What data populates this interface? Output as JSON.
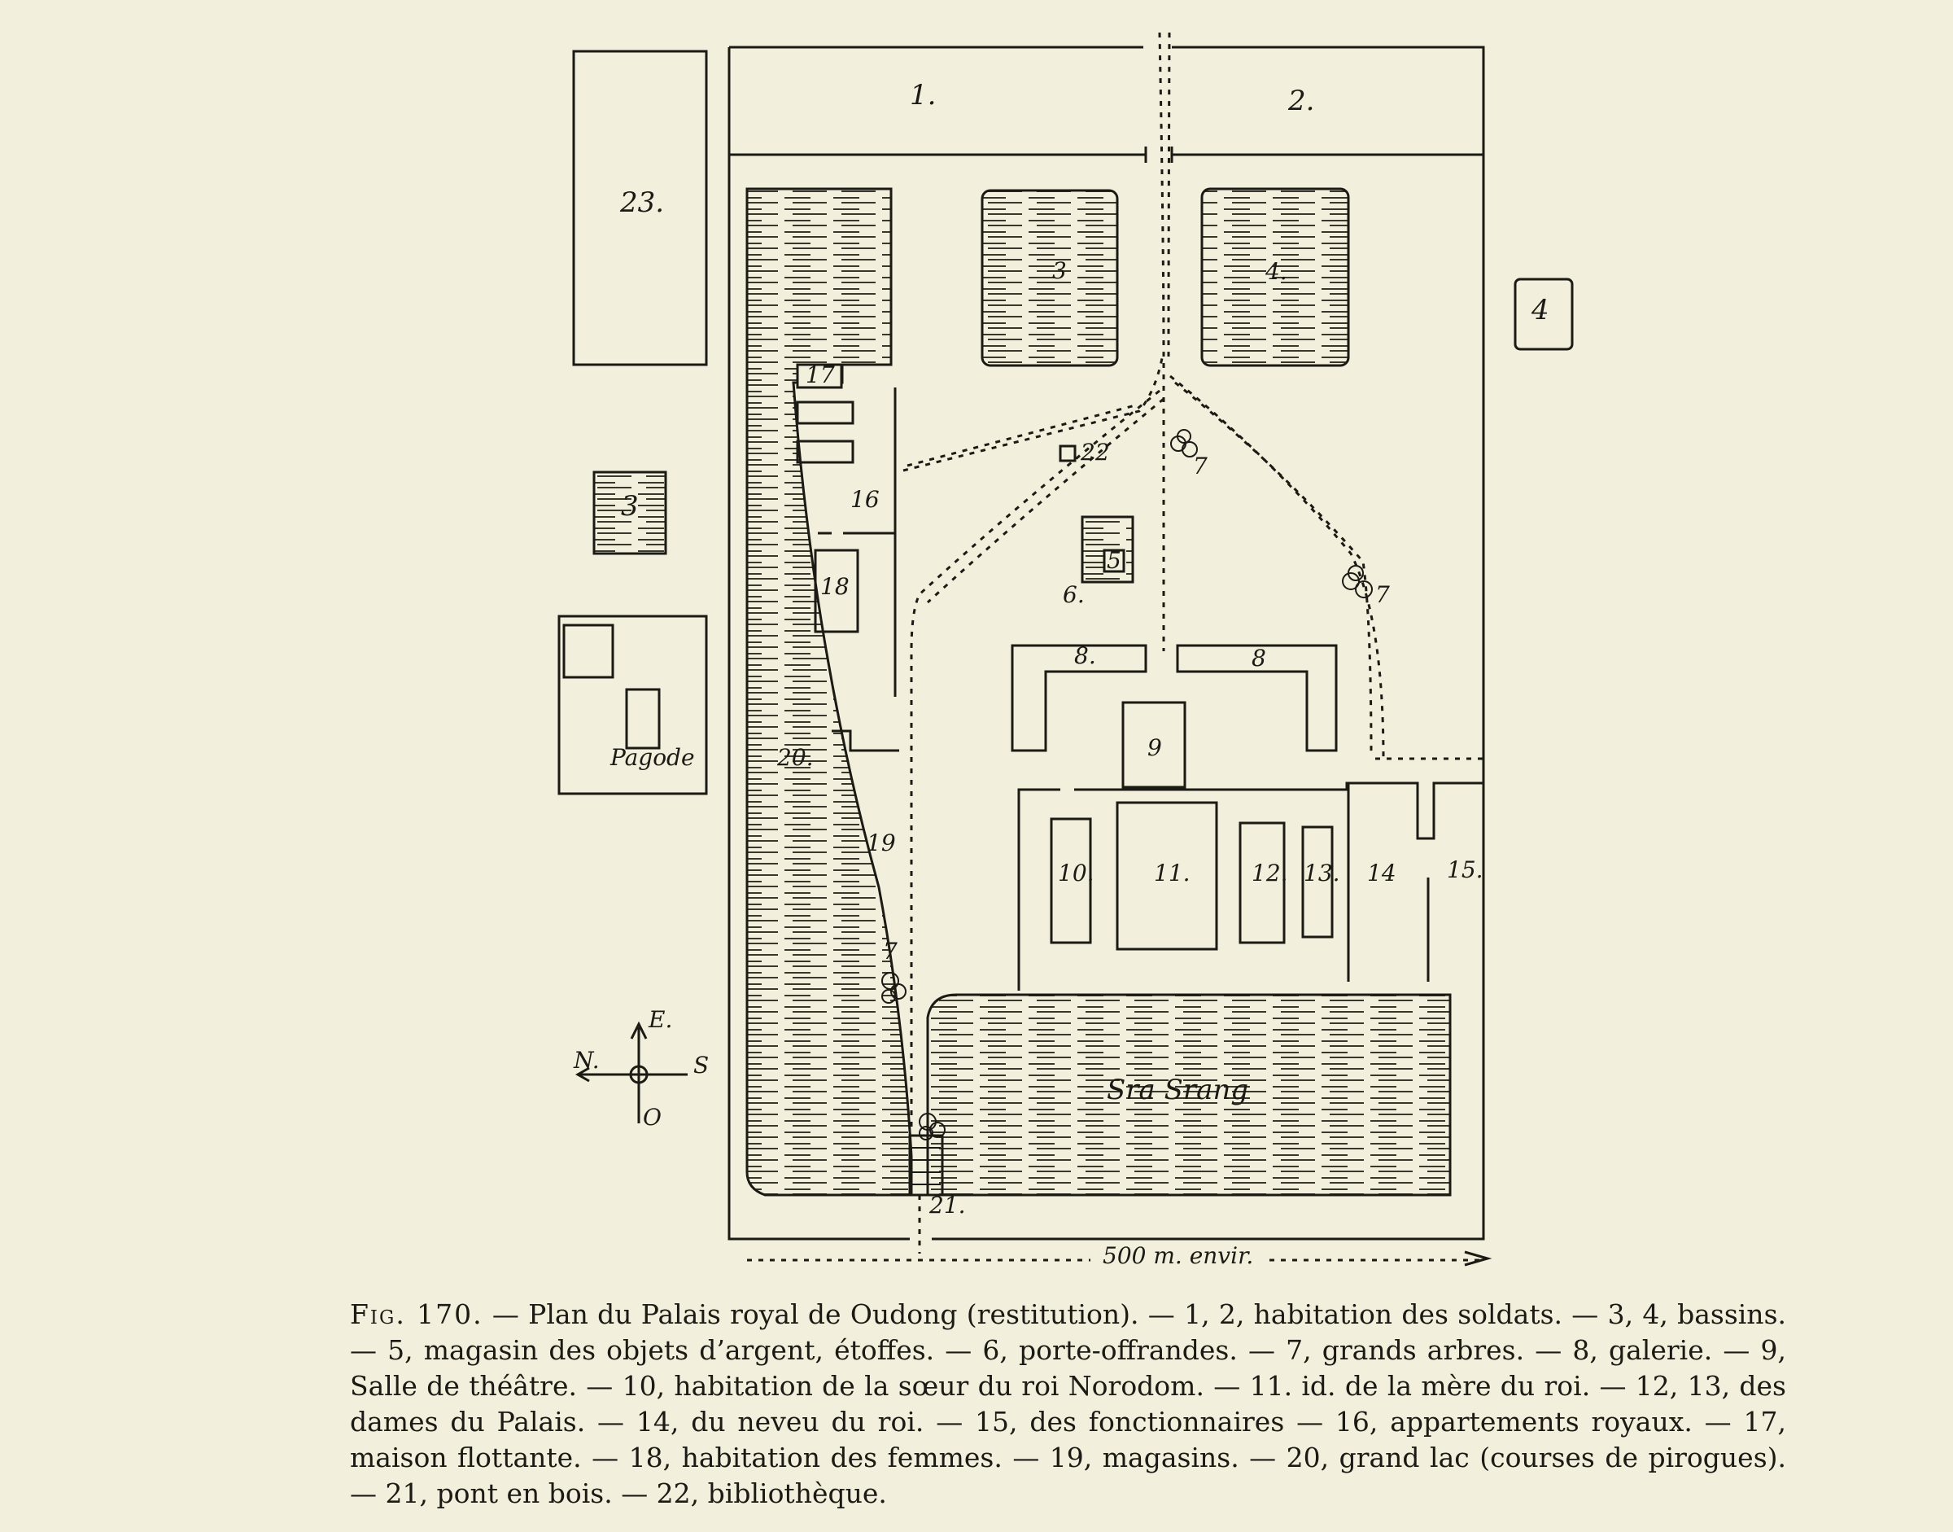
{
  "labels": {
    "l1": "1.",
    "l2": "2.",
    "l3": "3",
    "l4": "4.",
    "l3out": "3",
    "l4out": "4",
    "l5": "5",
    "l6": "6.",
    "l7a": "7",
    "l7b": "7",
    "l7c": "7",
    "l8a": "8.",
    "l8b": "8",
    "l9": "9",
    "l10": "10.",
    "l11": "11.",
    "l12": "12.",
    "l13": "13.",
    "l14": "14",
    "l15": "15.",
    "l16": "16",
    "l17": "17",
    "l18": "18",
    "l19": "19",
    "l20": "20.",
    "l21": "21.",
    "l22": "22",
    "l23": "23.",
    "pagode": "Pagode",
    "sraSrang": "Sra Srang",
    "scale": "500 m. envir."
  },
  "compass": {
    "north": "N.",
    "east": "E.",
    "south": "S",
    "west": "O"
  },
  "caption": {
    "fig": "Fig. 170.",
    "text": "— Plan du Palais royal de Oudong (restitution). — 1, 2, habitation des soldats. — 3, 4, bassins. — 5, magasin des objets d’argent, étoffes. — 6, porte-offrandes. — 7, grands arbres. — 8, galerie. — 9, Salle de théâtre. — 10, habitation de la sœur du roi Norodom. — 11. id. de la mère du roi. — 12, 13, des dames du Palais. — 14, du neveu du roi. — 15, des fonctionnaires — 16, appartements royaux. — 17, maison flottante. — 18, habitation des femmes. — 19, magasins. — 20, grand lac (courses de pirogues). — 21, pont en bois. — 22, bibliothèque."
  }
}
